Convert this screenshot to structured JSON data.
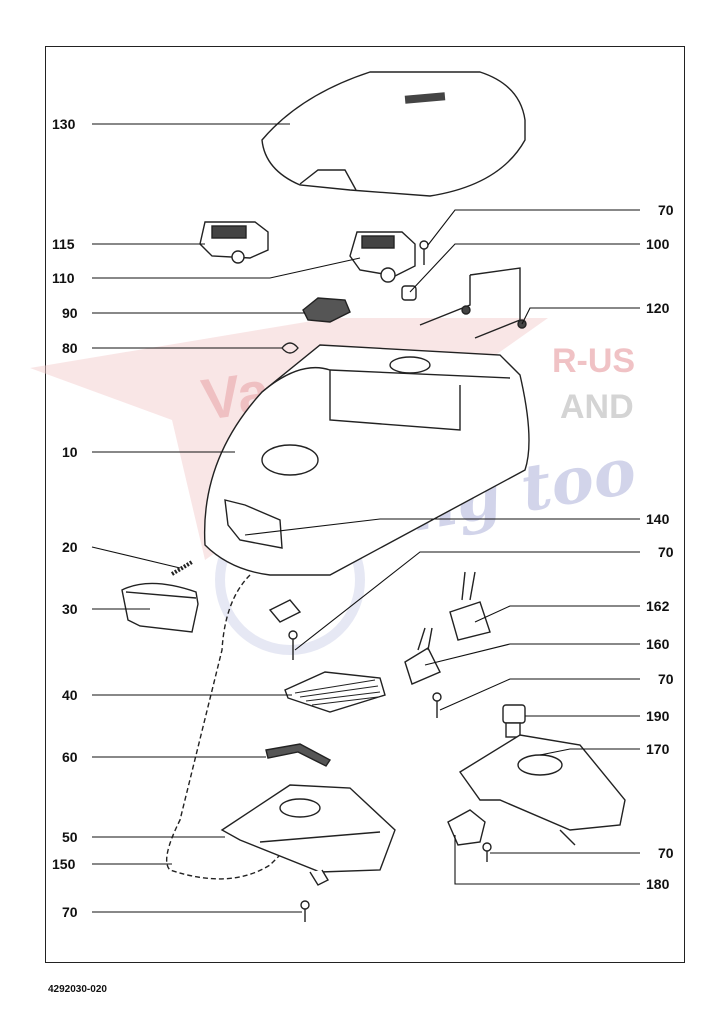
{
  "document": {
    "drawing_number": "4292030-020"
  },
  "watermark": {
    "line1": "Vacuums",
    "line2": "R-US",
    "line3": "AND",
    "line4": "Sewing too",
    "color_red": "#e9a7aa",
    "color_blue": "#b9bddf"
  },
  "callouts": [
    {
      "id": "c130",
      "label": "130"
    },
    {
      "id": "c70a",
      "label": "70"
    },
    {
      "id": "c115",
      "label": "115"
    },
    {
      "id": "c100",
      "label": "100"
    },
    {
      "id": "c110",
      "label": "110"
    },
    {
      "id": "c90",
      "label": "90"
    },
    {
      "id": "c120",
      "label": "120"
    },
    {
      "id": "c80",
      "label": "80"
    },
    {
      "id": "c10",
      "label": "10"
    },
    {
      "id": "c140",
      "label": "140"
    },
    {
      "id": "c20",
      "label": "20"
    },
    {
      "id": "c70b",
      "label": "70"
    },
    {
      "id": "c30",
      "label": "30"
    },
    {
      "id": "c162",
      "label": "162"
    },
    {
      "id": "c160",
      "label": "160"
    },
    {
      "id": "c40",
      "label": "40"
    },
    {
      "id": "c70c",
      "label": "70"
    },
    {
      "id": "c190",
      "label": "190"
    },
    {
      "id": "c60",
      "label": "60"
    },
    {
      "id": "c170",
      "label": "170"
    },
    {
      "id": "c50",
      "label": "50"
    },
    {
      "id": "c70d",
      "label": "70"
    },
    {
      "id": "c150",
      "label": "150"
    },
    {
      "id": "c180",
      "label": "180"
    },
    {
      "id": "c70e",
      "label": "70"
    }
  ]
}
